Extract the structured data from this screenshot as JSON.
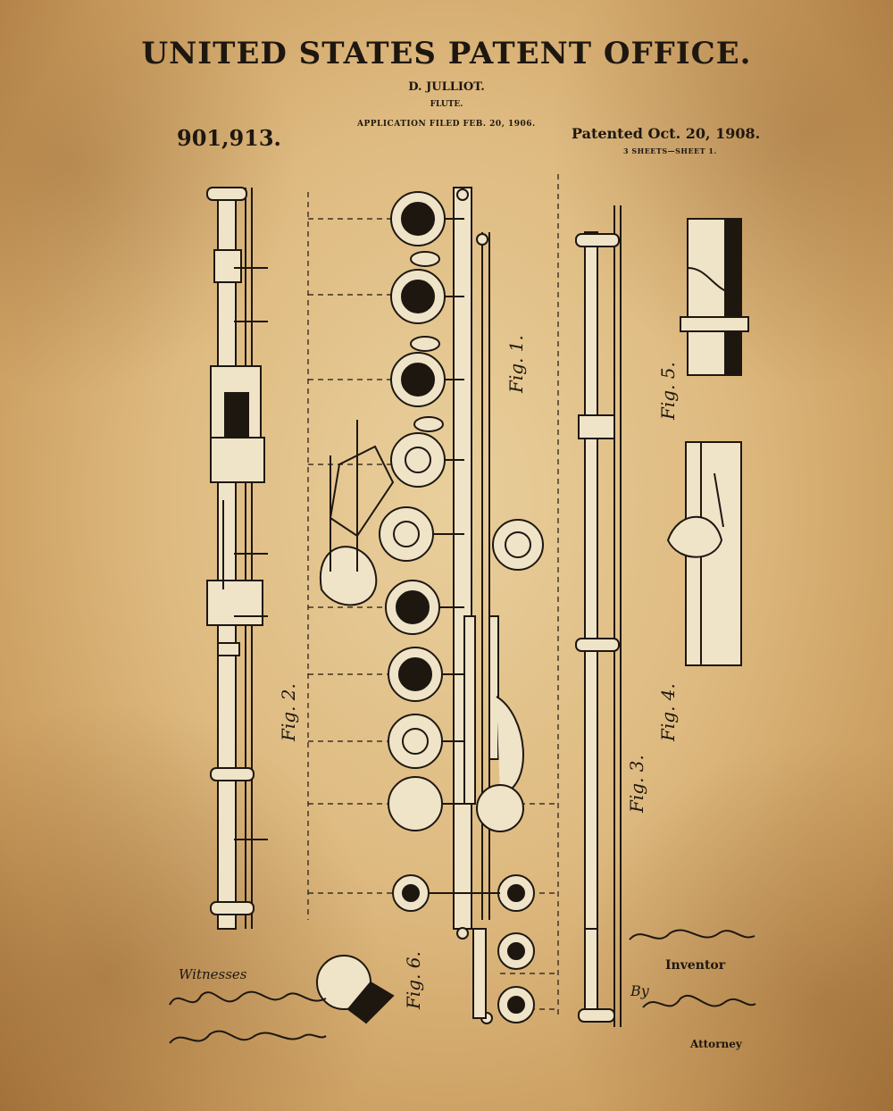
{
  "header": {
    "office": "UNITED STATES PATENT OFFICE.",
    "inventor": "D. JULLIOT.",
    "invention": "FLUTE.",
    "application": "APPLICATION FILED FEB. 20, 1906.",
    "patent_number": "901,913.",
    "patented": "Patented Oct. 20, 1908.",
    "sheets": "3 SHEETS—SHEET 1."
  },
  "figures": {
    "fig1": "Fig. 1.",
    "fig2": "Fig. 2.",
    "fig3": "Fig. 3.",
    "fig4": "Fig. 4.",
    "fig5": "Fig. 5.",
    "fig6": "Fig. 6."
  },
  "footer": {
    "witnesses_label": "Witnesses",
    "inventor_label": "Inventor",
    "by_label": "By",
    "attorney_label": "Attorney"
  },
  "colors": {
    "paper": "#deba80",
    "ink": "#1e1710"
  }
}
